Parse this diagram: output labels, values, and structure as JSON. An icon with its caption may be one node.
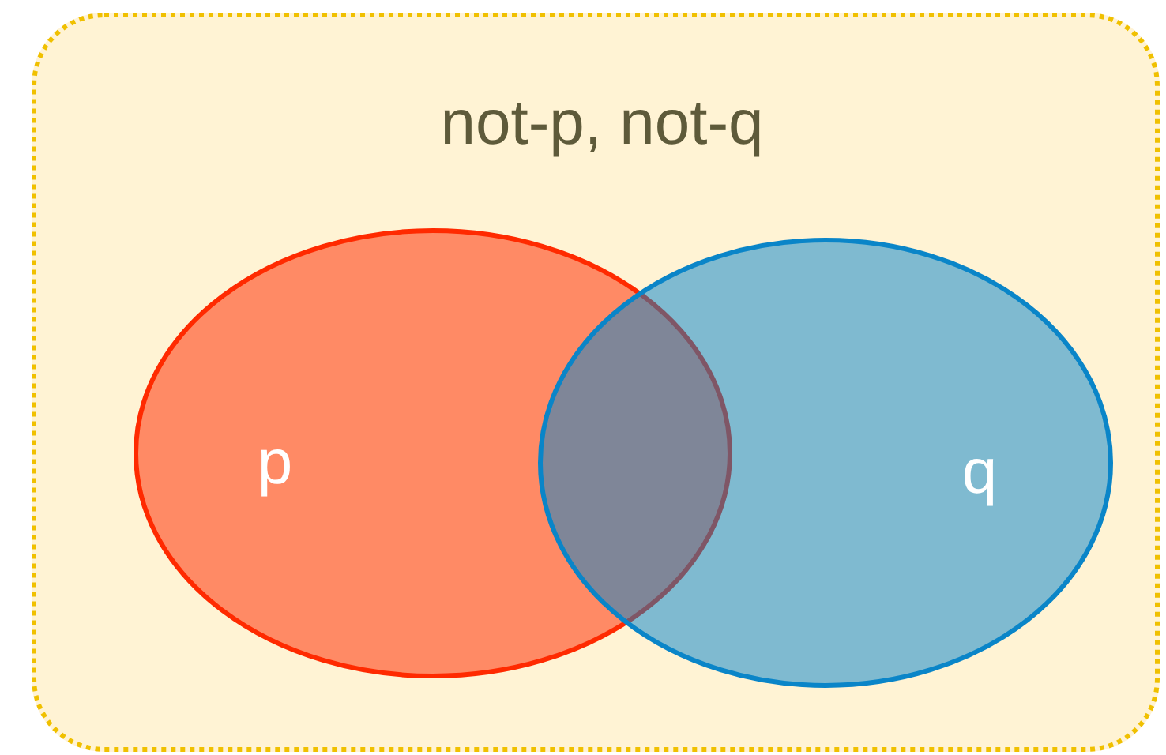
{
  "diagram": {
    "nodes": [
      {
        "text": [
          "not-p, not-q"
        ]
      },
      {
        "text": [
          "p"
        ],
        "in": 0
      },
      {
        "text": [
          "q"
        ],
        "in": 0
      }
    ]
  }
}
